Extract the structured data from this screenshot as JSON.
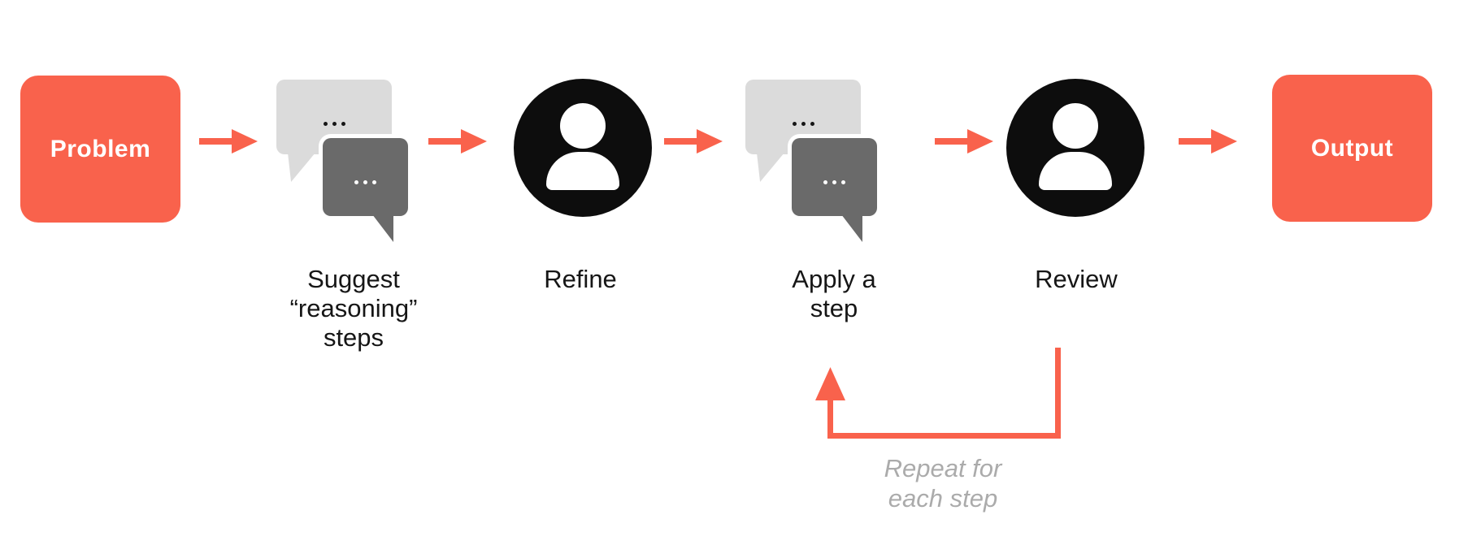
{
  "colors": {
    "accent": "#F9624C",
    "bubble_light": "#DBDBDB",
    "bubble_dark": "#6A6A6A",
    "icon_black": "#0D0D0D",
    "label_gray": "#ABABAB",
    "text_dark": "#161616",
    "background": "#FFFFFF"
  },
  "diagram": {
    "nodes": {
      "problem": {
        "label": "Problem"
      },
      "suggest": {
        "lines": [
          "Suggest",
          "“reasoning”",
          "steps"
        ]
      },
      "refine": {
        "label": "Refine"
      },
      "apply": {
        "lines": [
          "Apply a",
          "step"
        ]
      },
      "review": {
        "label": "Review"
      },
      "output": {
        "label": "Output"
      }
    },
    "loop": {
      "lines": [
        "Repeat for",
        "each step"
      ]
    }
  }
}
